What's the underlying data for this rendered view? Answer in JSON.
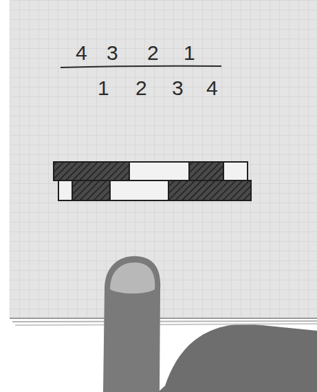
{
  "diagram": {
    "labels": [
      "4",
      "3",
      "2",
      "1",
      "1",
      "2",
      "3",
      "4"
    ]
  }
}
